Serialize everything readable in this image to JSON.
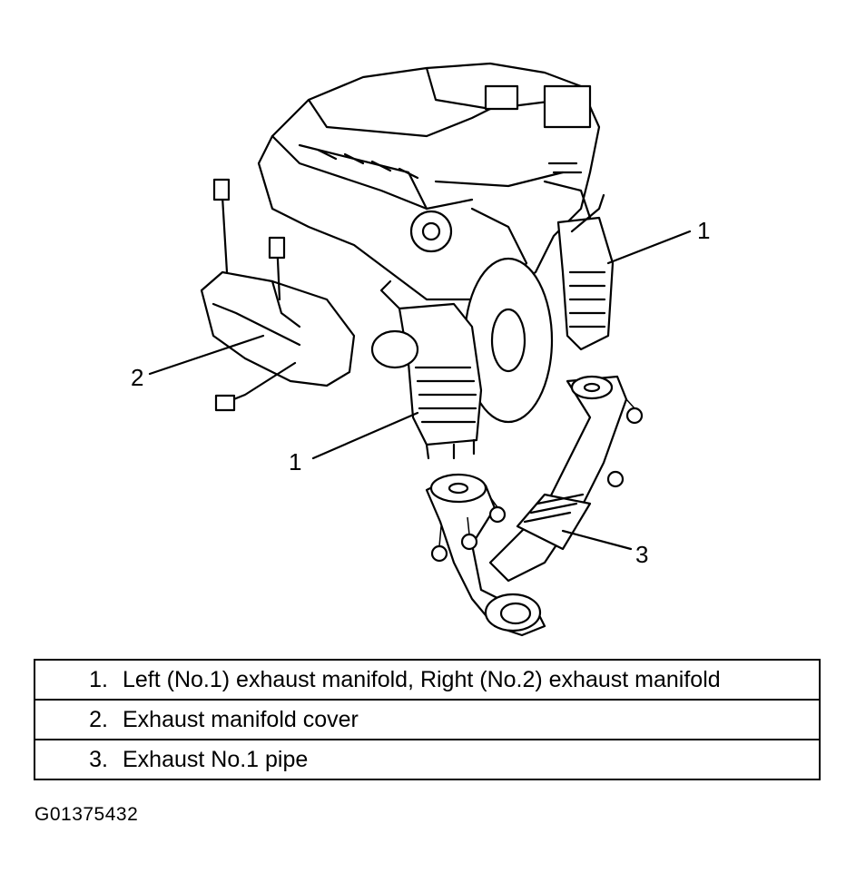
{
  "callouts": {
    "c1_right": "1",
    "c1_lower": "1",
    "c2": "2",
    "c3": "3"
  },
  "legend": [
    {
      "number": "1.",
      "text": "Left (No.1) exhaust manifold, Right (No.2) exhaust manifold"
    },
    {
      "number": "2.",
      "text": "Exhaust manifold cover"
    },
    {
      "number": "3.",
      "text": "Exhaust No.1 pipe"
    }
  ],
  "figure_id": "G01375432"
}
